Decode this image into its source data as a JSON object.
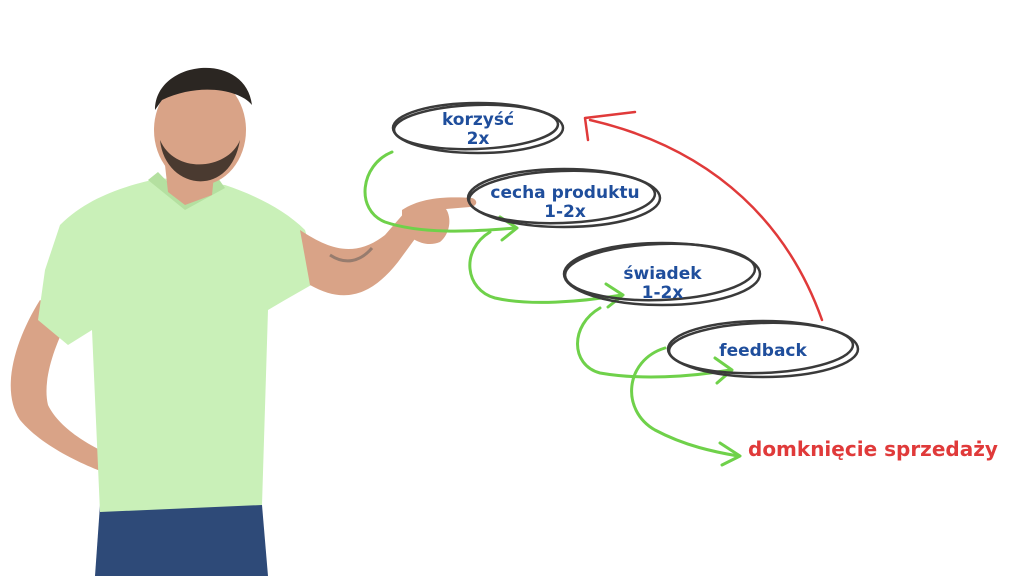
{
  "diagram": {
    "nodes": [
      {
        "id": "benefit",
        "label": "korzyść",
        "repeat": "2x"
      },
      {
        "id": "feature",
        "label": "cecha produktu",
        "repeat": "1-2x"
      },
      {
        "id": "witness",
        "label": "świadek",
        "repeat": "1-2x"
      },
      {
        "id": "feedback",
        "label": "feedback",
        "repeat": ""
      }
    ],
    "closing": "domknięcie sprzedaży"
  },
  "colors": {
    "text": "#1f4e9c",
    "ellipse": "#3a3a3a",
    "flow_arrow": "#6fd14a",
    "return_arrow": "#e03a3a",
    "closing_text": "#e03a3a",
    "shirt": "#c9f0b8",
    "jeans": "#2e4a78",
    "skin": "#d9a387",
    "hair": "#2b2622"
  },
  "presenter": {
    "icon": "presenter-pointing-icon"
  }
}
